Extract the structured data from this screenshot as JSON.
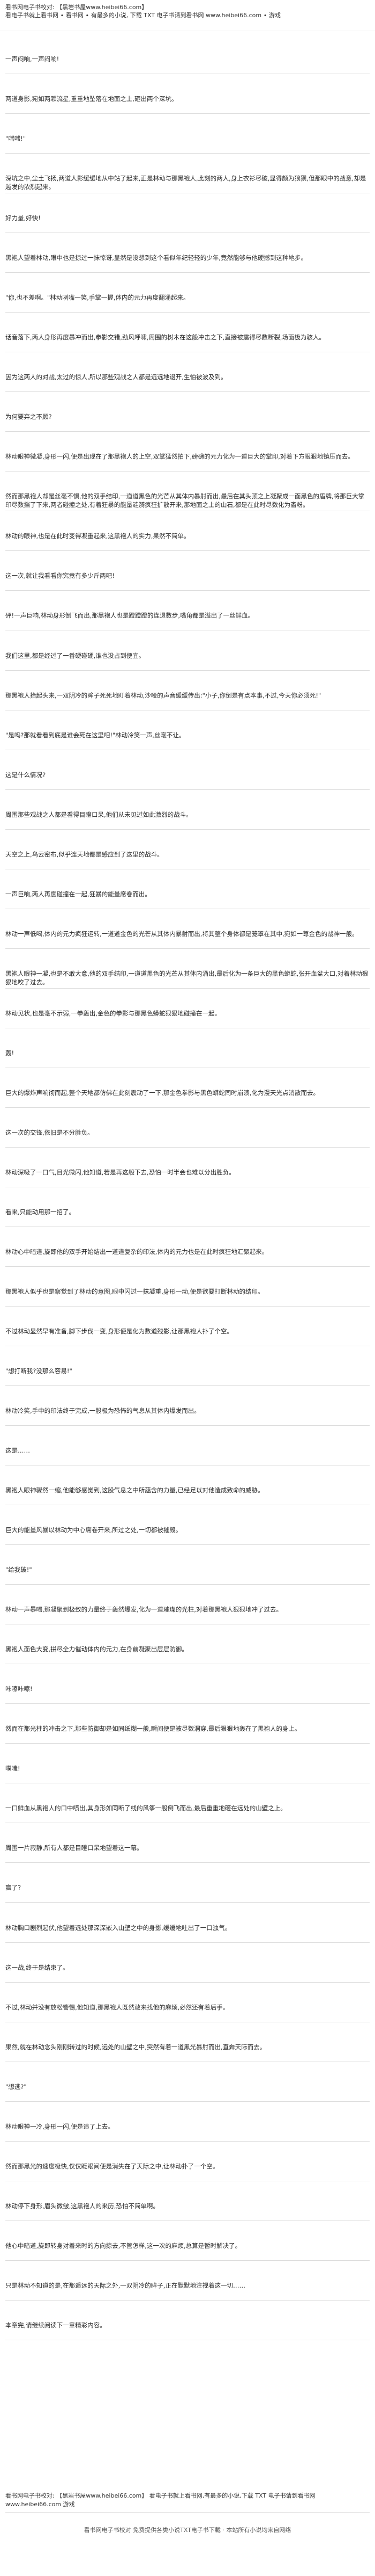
{
  "header": {
    "line1": "看书网电子书校对: 【黑岩书屋www.heibei66.com】",
    "line2": "看电子书就上看书网 ∙ 看书网 ∙ 有最多的小说, 下载 TXT 电子书请到看书网 www.heibei66.com ∙ 游戏"
  },
  "paragraphs": [
    "一声闷响,一声闷响!",
    "两道身影,宛如两颗流星,重重地坠落在地面之上,砸出两个深坑。",
    "\"嗤嗤!\"",
    "深坑之中,尘土飞扬,两道人影缓缓地从中站了起来,正是林动与那黑袍人,此刻的两人,身上衣衫尽破,显得颇为狼狈,但那眼中的战意,却是越发的浓烈起来。",
    "好力量,好快!",
    "黑袍人望着林动,眼中也是掠过一抹惊讶,显然是没想到这个看似年纪轻轻的少年,竟然能够与他硬撼到这种地步。",
    "\"你,也不差啊。\"林动咧嘴一笑,手掌一握,体内的元力再度翻涌起来。",
    "话音落下,两人身形再度暴冲而出,拳影交错,劲风呼啸,周围的树木在这般冲击之下,直接被震得尽数断裂,场面极为骇人。",
    "因为这两人的对战,太过的惊人,所以那些观战之人都是远远地退开,生怕被波及到。",
    "为何要弃之不顾?",
    "林动眼神微凝,身形一闪,便是出现在了那黑袍人的上空,双掌猛然拍下,磅礴的元力化为一道巨大的掌印,对着下方狠狠地镇压而去。",
    "然而那黑袍人却是丝毫不惧,他的双手结印,一道道黑色的光芒从其体内暴射而出,最后在其头顶之上凝聚成一面黑色的盾牌,将那巨大掌印尽数挡了下来,两者碰撞之处,有着狂暴的能量涟漪疯狂扩散开来,那地面之上的山石,都是在此时尽数化为齑粉。",
    "林动的眼神,也是在此时变得凝重起来,这黑袍人的实力,果然不简单。",
    "这一次,就让我看看你究竟有多少斤两吧!",
    "砰!一声巨响,林动身形倒飞而出,那黑袍人也是蹬蹬蹬的连退数步,嘴角都是溢出了一丝鲜血。",
    "我们这里,都是经过了一番硬碰硬,谁也没占到便宜。",
    "那黑袍人抬起头来,一双阴冷的眸子死死地盯着林动,沙哑的声音缓缓传出:\"小子,你倒是有点本事,不过,今天你必须死!\"",
    "\"是吗?那就看看到底是谁会死在这里吧!\"林动冷笑一声,丝毫不让。",
    "这是什么情况?",
    "周围那些观战之人都是看得目瞪口呆,他们从未见过如此激烈的战斗。",
    "天空之上,乌云密布,似乎连天地都是感应到了这里的战斗。",
    "一声巨响,两人再度碰撞在一起,狂暴的能量席卷而出。",
    "林动一声低喝,体内的元力疯狂运转,一道道金色的光芒从其体内暴射而出,将其整个身体都是笼罩在其中,宛如一尊金色的战神一般。",
    "黑袍人眼神一凝,也是不敢大意,他的双手结印,一道道黑色的光芒从其体内涌出,最后化为一条巨大的黑色蟒蛇,张开血盆大口,对着林动狠狠地咬了过去。",
    "林动见状,也是毫不示弱,一拳轰出,金色的拳影与那黑色蟒蛇狠狠地碰撞在一起。",
    "轰!",
    "巨大的爆炸声响彻而起,整个天地都仿佛在此刻震动了一下,那金色拳影与黑色蟒蛇同时崩溃,化为漫天光点消散而去。",
    "这一次的交锋,依旧是不分胜负。",
    "林动深吸了一口气,目光微闪,他知道,若是再这般下去,恐怕一时半会也难以分出胜负。",
    "看来,只能动用那一招了。",
    "林动心中暗道,旋即他的双手开始结出一道道复杂的印法,体内的元力也是在此时疯狂地汇聚起来。",
    "那黑袍人似乎也是察觉到了林动的意图,眼中闪过一抹凝重,身形一动,便是欲要打断林动的结印。",
    "不过林动显然早有准备,脚下步伐一变,身形便是化为数道残影,让那黑袍人扑了个空。",
    "\"想打断我?没那么容易!\"",
    "林动冷笑,手中的印法终于完成,一股极为恐怖的气息从其体内爆发而出。",
    "这是……",
    "黑袍人眼神骤然一缩,他能够感觉到,这股气息之中所蕴含的力量,已经足以对他造成致命的威胁。",
    "巨大的能量风暴以林动为中心席卷开来,所过之处,一切都被摧毁。",
    "\"给我破!\"",
    "林动一声暴喝,那凝聚到极致的力量终于轰然爆发,化为一道璀璨的光柱,对着那黑袍人狠狠地冲了过去。",
    "黑袍人面色大变,拼尽全力催动体内的元力,在身前凝聚出层层防御。",
    "咔嚓咔嚓!",
    "然而在那光柱的冲击之下,那些防御却是如同纸糊一般,瞬间便是被尽数洞穿,最后狠狠地轰在了黑袍人的身上。",
    "噗嗤!",
    "一口鲜血从黑袍人的口中喷出,其身形如同断了线的风筝一般倒飞而出,最后重重地砸在远处的山壁之上。",
    "周围一片寂静,所有人都是目瞪口呆地望着这一幕。",
    "赢了?",
    "林动胸口剧烈起伏,他望着远处那深深嵌入山壁之中的身影,缓缓地吐出了一口浊气。",
    "这一战,终于是结束了。",
    "不过,林动并没有放松警惕,他知道,那黑袍人既然敢来找他的麻烦,必然还有着后手。",
    "果然,就在林动念头刚刚转过的时候,远处的山壁之中,突然有着一道黑光暴射而出,直奔天际而去。",
    "\"想逃?\"",
    "林动眼神一冷,身形一闪,便是追了上去。",
    "然而那黑光的速度极快,仅仅眨眼间便是消失在了天际之中,让林动扑了一个空。",
    "林动停下身形,眉头微皱,这黑袍人的来历,恐怕不简单啊。",
    "他心中暗道,旋即转身对着来时的方向掠去,不管怎样,这一次的麻烦,总算是暂时解决了。",
    "只是林动不知道的是,在那遥远的天际之外,一双阴冷的眸子,正在默默地注视着这一切……",
    "本章完,请继续阅读下一章精彩内容。"
  ],
  "footer": {
    "notice": "看书网电子书校对: 【黑岩书屋www.heibei66.com】 看电子书就上看书网,有最多的小说,下载 TXT 电子书请到看书网 www.heibei66.com 游戏",
    "line": "看书网电子书校对  免费提供各类小说TXT电子书下载 · 本站所有小说均来自网络"
  }
}
